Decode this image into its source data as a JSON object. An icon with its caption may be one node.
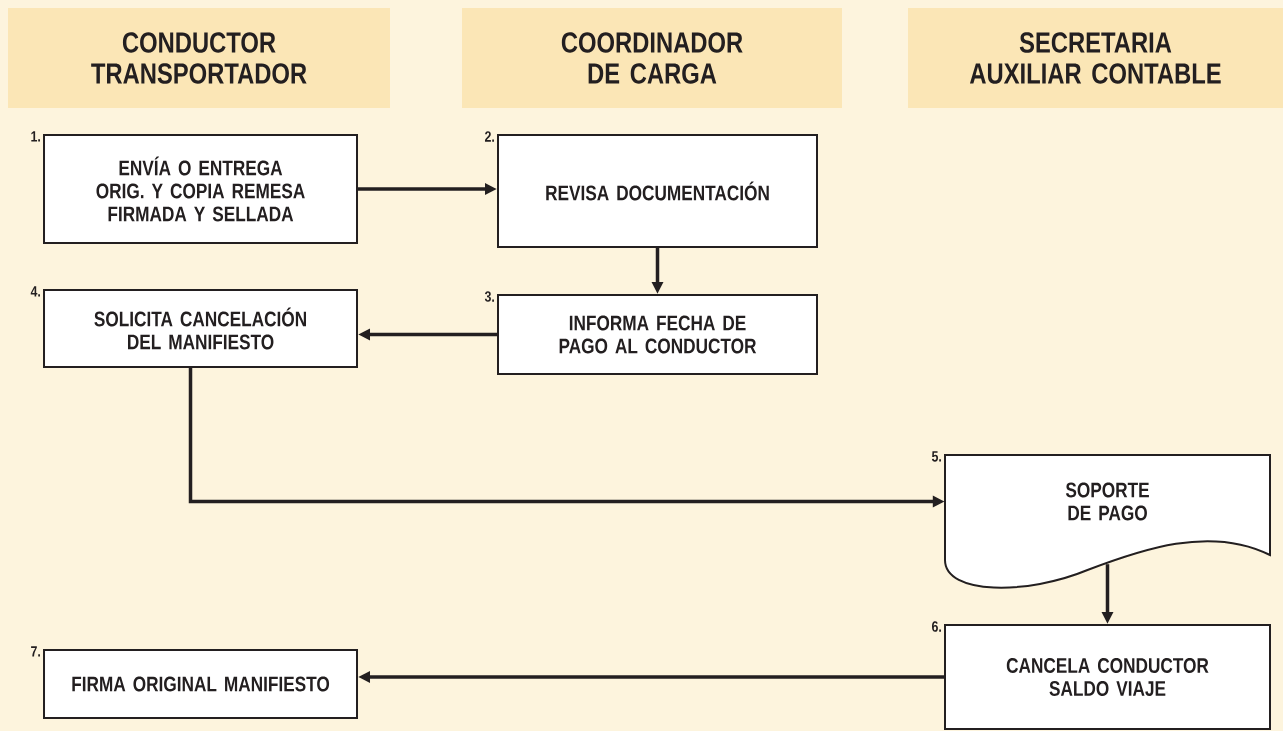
{
  "diagram": {
    "nodes": [
      {
        "text": [
          "CONDUCTOR TRANSPORTADOR"
        ]
      },
      {
        "text": [
          "COORDINADOR DE CARGA"
        ]
      },
      {
        "text": [
          "SECRETARIA AUXILIAR CONTABLE"
        ]
      },
      {
        "text": [
          "ENVÍA O ENTREGA ORIG. Y COPIA REMESA FIRMADA Y SELLADA"
        ],
        "beside": [
          "1."
        ]
      },
      {
        "text": [
          "REVISA DOCUMENTACIÓN"
        ],
        "beside": [
          "2."
        ]
      },
      {
        "text": [
          "INFORMA FECHA DE PAGO AL CONDUCTOR"
        ],
        "beside": [
          "3."
        ]
      },
      {
        "text": [
          "SOLICITA CANCELACIÓN DEL MANIFIESTO"
        ],
        "beside": [
          "4."
        ]
      },
      {
        "text": [
          "SOPORTE DE PAGO"
        ],
        "beside": [
          "5."
        ]
      },
      {
        "text": [
          "CANCELA CONDUCTOR SALDO VIAJE"
        ],
        "beside": [
          "6."
        ]
      },
      {
        "text": [
          "FIRMA ORIGINAL MANIFIESTO"
        ],
        "beside": [
          "7."
        ]
      }
    ],
    "edges": [
      {
        "from": 3,
        "to": 4,
        "arrow": "to"
      },
      {
        "from": 4,
        "to": 5,
        "arrow": "to"
      },
      {
        "from": 5,
        "to": 6,
        "arrow": "to"
      },
      {
        "from": 6,
        "to": 7,
        "arrow": "to"
      },
      {
        "from": 7,
        "to": 8,
        "arrow": "to"
      },
      {
        "from": 8,
        "to": 9,
        "arrow": "to"
      }
    ]
  }
}
